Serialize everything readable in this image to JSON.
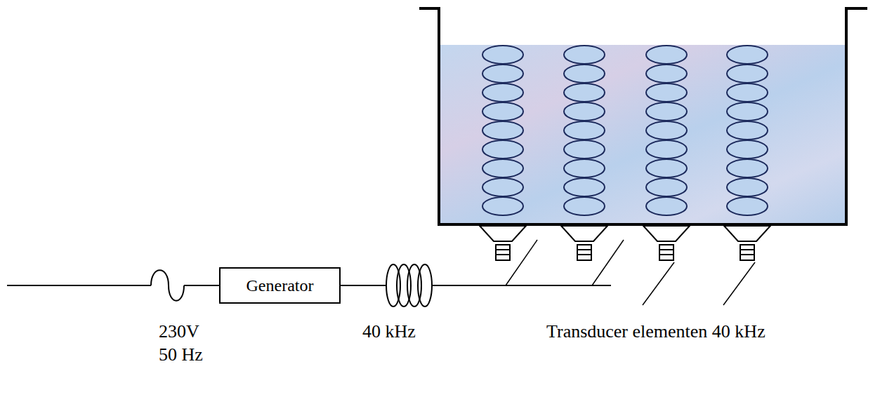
{
  "diagram": {
    "nodes": [
      {
        "text": [
          "Generator"
        ]
      }
    ],
    "labels": [
      "230V 50 Hz",
      "40 kHz",
      "Transducer elementen 40 kHz"
    ]
  }
}
